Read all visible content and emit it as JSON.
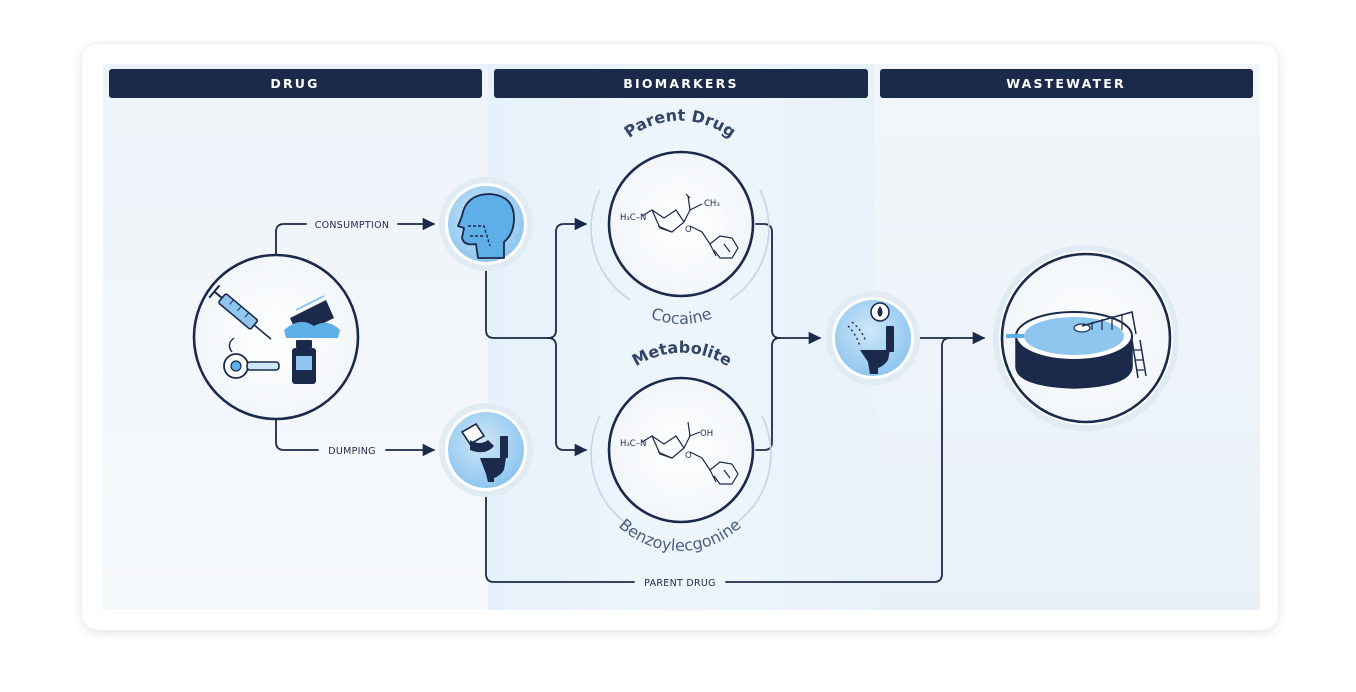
{
  "columns": {
    "drug": "DRUG",
    "biomarkers": "BIOMARKERS",
    "wastewater": "WASTEWATER"
  },
  "flows": {
    "consumption": "CONSUMPTION",
    "dumping": "DUMPING",
    "parent_drug": "PARENT DRUG"
  },
  "biomarkers": {
    "parent": {
      "group": "Parent Drug",
      "name": "Cocaine",
      "formula_left": "H₃C–N",
      "formula_top": "CH₃",
      "atom_o": "O"
    },
    "metabolite": {
      "group": "Metabolite",
      "name": "Benzoylecgonine",
      "formula_left": "H₃C–N",
      "formula_top": "OH",
      "atom_o": "O"
    }
  },
  "colors": {
    "navy": "#1b2a4a",
    "accent_blue": "#5eaee8",
    "light_blue": "#cfe6f8",
    "panel": "#f1f5fa"
  },
  "icons": [
    "syringe-icon",
    "drug-card-icon",
    "pipe-icon",
    "pill-bottle-icon",
    "head-mouth-icon",
    "dumping-hand-icon",
    "toilet-icon",
    "treatment-tank-icon"
  ]
}
